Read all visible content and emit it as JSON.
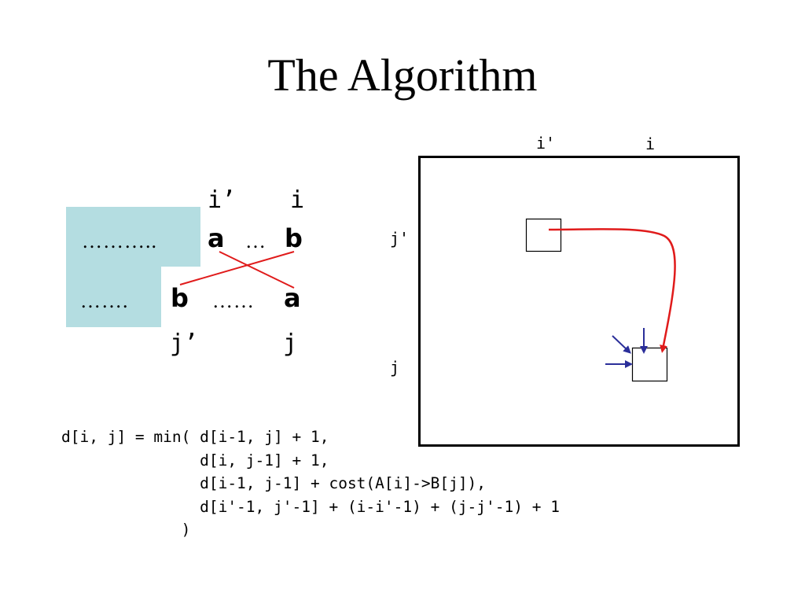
{
  "slide": {
    "title": "The Algorithm"
  },
  "alignment": {
    "top_label_i_prime": "i’",
    "top_label_i": "i",
    "row1_dots": "………..",
    "row1_a": "a",
    "row1_mid": "…",
    "row1_b": "b",
    "row2_dots": "…….",
    "row2_b": "b",
    "row2_mid": "……",
    "row2_a": "a",
    "bottom_label_j_prime": "j’",
    "bottom_label_j": "j",
    "highlight_color": "#b4dde1",
    "line_color": "#e01b1b"
  },
  "matrix": {
    "col_label_i_prime": "i'",
    "col_label_i": "i",
    "row_label_j_prime": "j'",
    "row_label_j": "j",
    "curve_color": "#e01b1b",
    "arrow_color": "#2b2f9a"
  },
  "formula": {
    "lines": [
      "d[i, j] = min( d[i-1, j] + 1,",
      "               d[i, j-1] + 1,",
      "               d[i-1, j-1] + cost(A[i]->B[j]),",
      "               d[i'-1, j'-1] + (i-i'-1) + (j-j'-1) + 1",
      "             )"
    ]
  }
}
